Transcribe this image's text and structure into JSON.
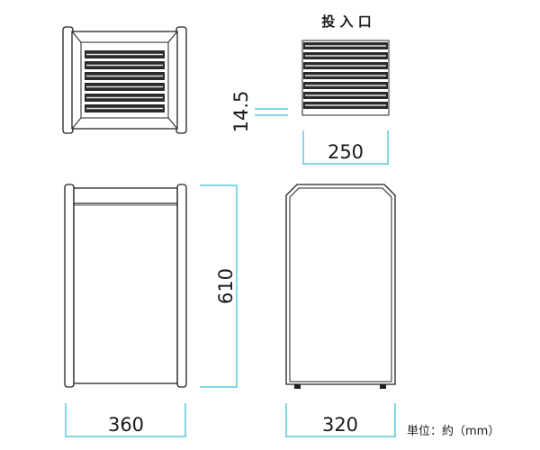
{
  "dimensions": {
    "width_front": "360",
    "height": "610",
    "depth_side": "320",
    "opening_width": "250",
    "slat_pitch": "14.5"
  },
  "labels": {
    "opening": "投 入 口",
    "unit": "単位：約（mm）"
  },
  "colors": {
    "dimension_line": "#5ec8dc",
    "outline": "#222222",
    "slat_dark": "#2b2b2b",
    "slat_light": "#e6e6e6"
  }
}
